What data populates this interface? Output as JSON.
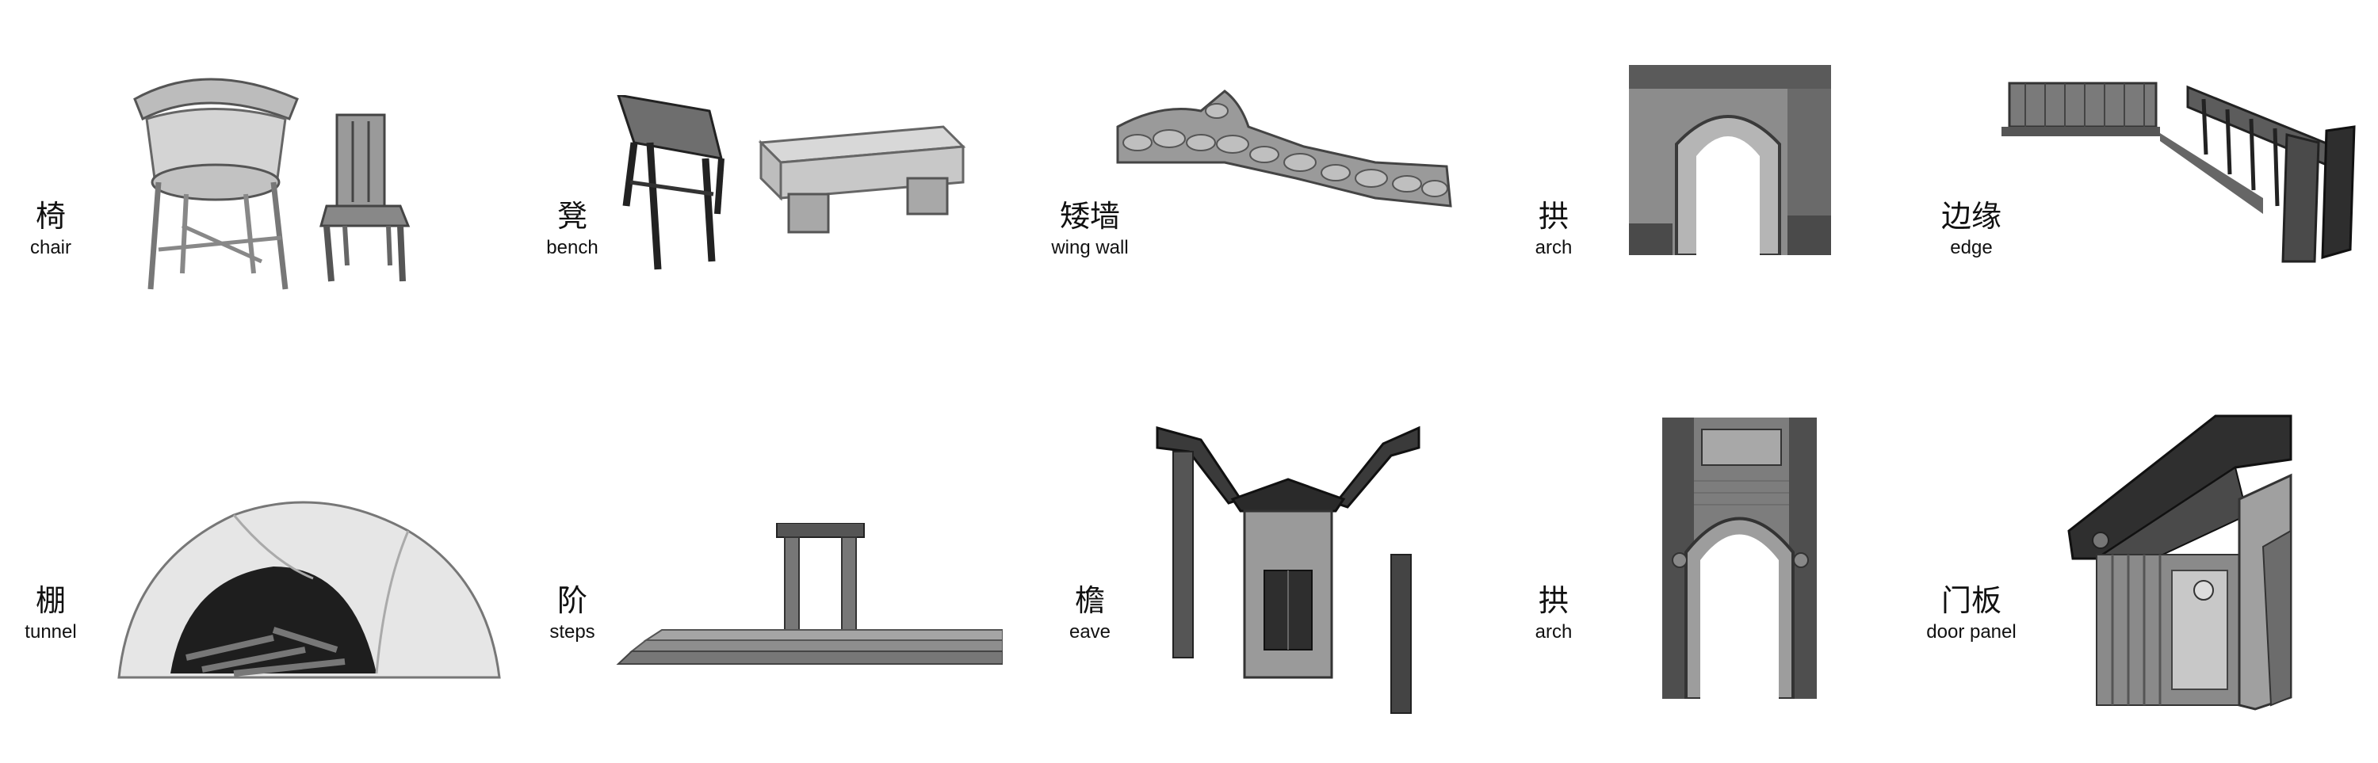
{
  "rows": [
    {
      "items": [
        {
          "zh": "椅",
          "en": "chair"
        },
        {
          "zh": "凳",
          "en": "bench"
        },
        {
          "zh": "矮墙",
          "en": "wing wall"
        },
        {
          "zh": "拱",
          "en": "arch"
        },
        {
          "zh": "边缘",
          "en": "edge"
        }
      ]
    },
    {
      "items": [
        {
          "zh": "棚",
          "en": "tunnel"
        },
        {
          "zh": "阶",
          "en": "steps"
        },
        {
          "zh": "檐",
          "en": "eave"
        },
        {
          "zh": "拱",
          "en": "arch"
        },
        {
          "zh": "门板",
          "en": "door panel"
        }
      ]
    }
  ],
  "colors": {
    "background": "#ffffff",
    "ink": "#111111"
  }
}
